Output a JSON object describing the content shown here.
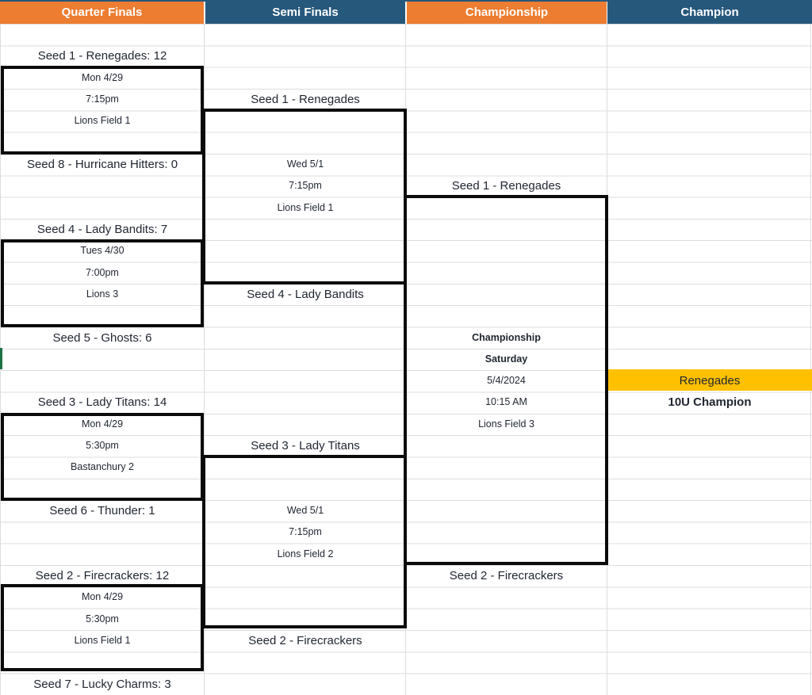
{
  "header": {
    "columns": [
      {
        "label": "Quarter Finals"
      },
      {
        "label": "Semi Finals"
      },
      {
        "label": "Championship"
      },
      {
        "label": "Champion"
      }
    ]
  },
  "quarter_finals": {
    "matches": [
      {
        "top_seed": "Seed 1 - Renegades: 12",
        "date": "Mon 4/29",
        "time": "7:15pm",
        "field": "Lions Field 1",
        "bottom_seed": "Seed 8 - Hurricane Hitters: 0"
      },
      {
        "top_seed": "Seed 4 - Lady Bandits: 7",
        "date": "Tues 4/30",
        "time": "7:00pm",
        "field": "Lions 3",
        "bottom_seed": "Seed 5 - Ghosts: 6"
      },
      {
        "top_seed": "Seed 3 - Lady Titans: 14",
        "date": "Mon 4/29",
        "time": "5:30pm",
        "field": "Bastanchury 2",
        "bottom_seed": "Seed 6 - Thunder: 1"
      },
      {
        "top_seed": "Seed 2 - Firecrackers: 12",
        "date": "Mon 4/29",
        "time": "5:30pm",
        "field": "Lions Field 1",
        "bottom_seed": "Seed 7 - Lucky Charms: 3"
      }
    ]
  },
  "semi_finals": {
    "matches": [
      {
        "top_seed": "Seed 1 - Renegades",
        "date": "Wed 5/1",
        "time": "7:15pm",
        "field": "Lions Field 1",
        "bottom_seed": "Seed 4 - Lady Bandits"
      },
      {
        "top_seed": "Seed 3 - Lady Titans",
        "date": "Wed 5/1",
        "time": "7:15pm",
        "field": "Lions Field 2",
        "bottom_seed": "Seed 2 - Firecrackers"
      }
    ]
  },
  "championship": {
    "top_seed": "Seed 1 - Renegades",
    "label": "Championship",
    "day": "Saturday",
    "date": "5/4/2024",
    "time": "10:15 AM",
    "field": "Lions Field 3",
    "bottom_seed": "Seed 2 - Firecrackers"
  },
  "champion": {
    "team": "Renegades",
    "title": "10U Champion"
  },
  "colors": {
    "header-orange": "#ED7D31",
    "header-navy": "#26587C",
    "champion-yellow": "#FFC000",
    "selection-green": "#1E7145",
    "gridline": "#DCDCDC",
    "line-black": "#0B0B0B",
    "text": "#1F2530"
  }
}
